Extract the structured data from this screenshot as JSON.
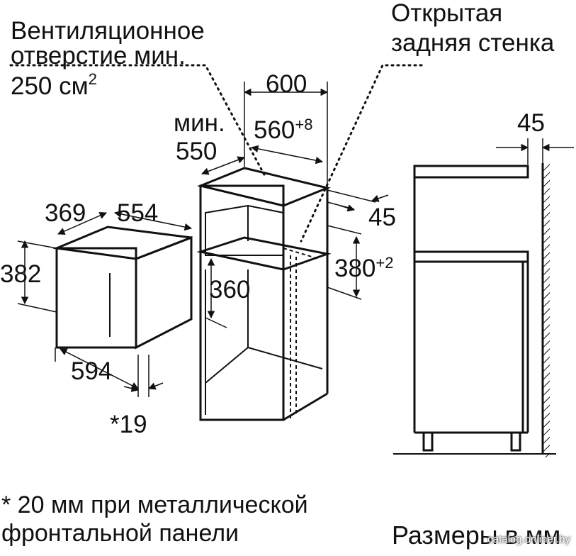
{
  "labels": {
    "vent_line1": "Вентиляционное",
    "vent_line2": "отверстие мин.",
    "vent_line3_value": "250 см",
    "vent_line3_sup": "2",
    "open_back_line1": "Открытая",
    "open_back_line2": "задняя стенка",
    "min_word": "мин.",
    "min_value": "550",
    "dim_600": "600",
    "dim_560": "560",
    "dim_560_sup": "+8",
    "dim_45_side": "45",
    "dim_380": "380",
    "dim_380_sup": "+2",
    "dim_360": "360",
    "dim_369": "369",
    "dim_554": "554",
    "dim_382": "382",
    "dim_594": "594",
    "dim_19": "*19",
    "dim_45_top": "45"
  },
  "footnote": {
    "line1": "* 20 мм при металлической",
    "line2": "фронтальной панели"
  },
  "units_text": "Размеры в мм",
  "watermark": "catalog.onliner.by",
  "colors": {
    "line": "#111111",
    "background": "#ffffff"
  }
}
